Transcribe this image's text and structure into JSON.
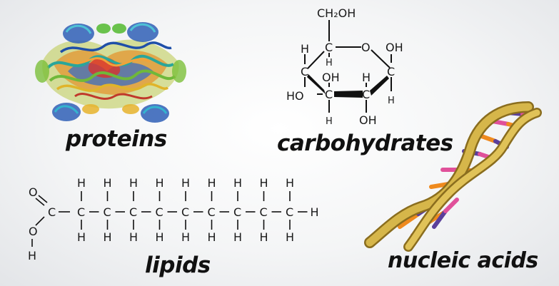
{
  "labels": {
    "proteins": "proteins",
    "carbohydrates": "carbohydrates",
    "lipids": "lipids",
    "nucleic_acids": "nucleic acids"
  },
  "carbohydrate_atoms": {
    "ch2oh": "CH₂OH",
    "c": "C",
    "h": "H",
    "o": "O",
    "oh": "OH",
    "ho": "HO"
  },
  "lipid_atoms": {
    "c": "C",
    "h": "H",
    "o": "O",
    "bond": "–"
  },
  "colors": {
    "protein_green": "#7cbf3a",
    "protein_blue": "#2a5fb8",
    "protein_orange": "#e08a2a",
    "helix_gold": "#c9a53a",
    "base_pink": "#e0509a",
    "base_orange": "#ef8a1e",
    "base_purple": "#5a3f9a"
  }
}
